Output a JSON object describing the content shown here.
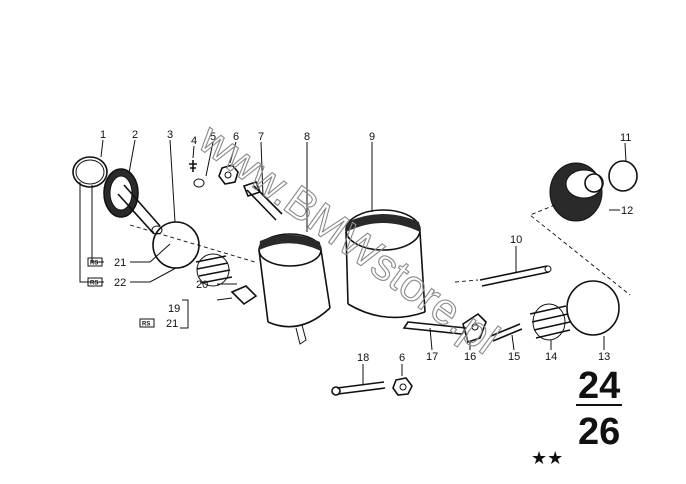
{
  "watermark": "www.BMWstore.pl",
  "page_number_top": "24",
  "page_number_bottom": "26",
  "stars": "★★",
  "callouts": {
    "n1": "1",
    "n2": "2",
    "n3": "3",
    "n4": "4",
    "n5": "5",
    "n6": "6",
    "n7": "7",
    "n8": "8",
    "n9": "9",
    "n10": "10",
    "n11": "11",
    "n12": "12",
    "n13": "13",
    "n14": "14",
    "n15": "15",
    "n16": "16",
    "n17": "17",
    "n18": "18",
    "n6b": "6",
    "n19": "19",
    "n20": "20",
    "n21a": "21",
    "n22": "22",
    "n21b": "21"
  },
  "repair_set_label": "RS"
}
